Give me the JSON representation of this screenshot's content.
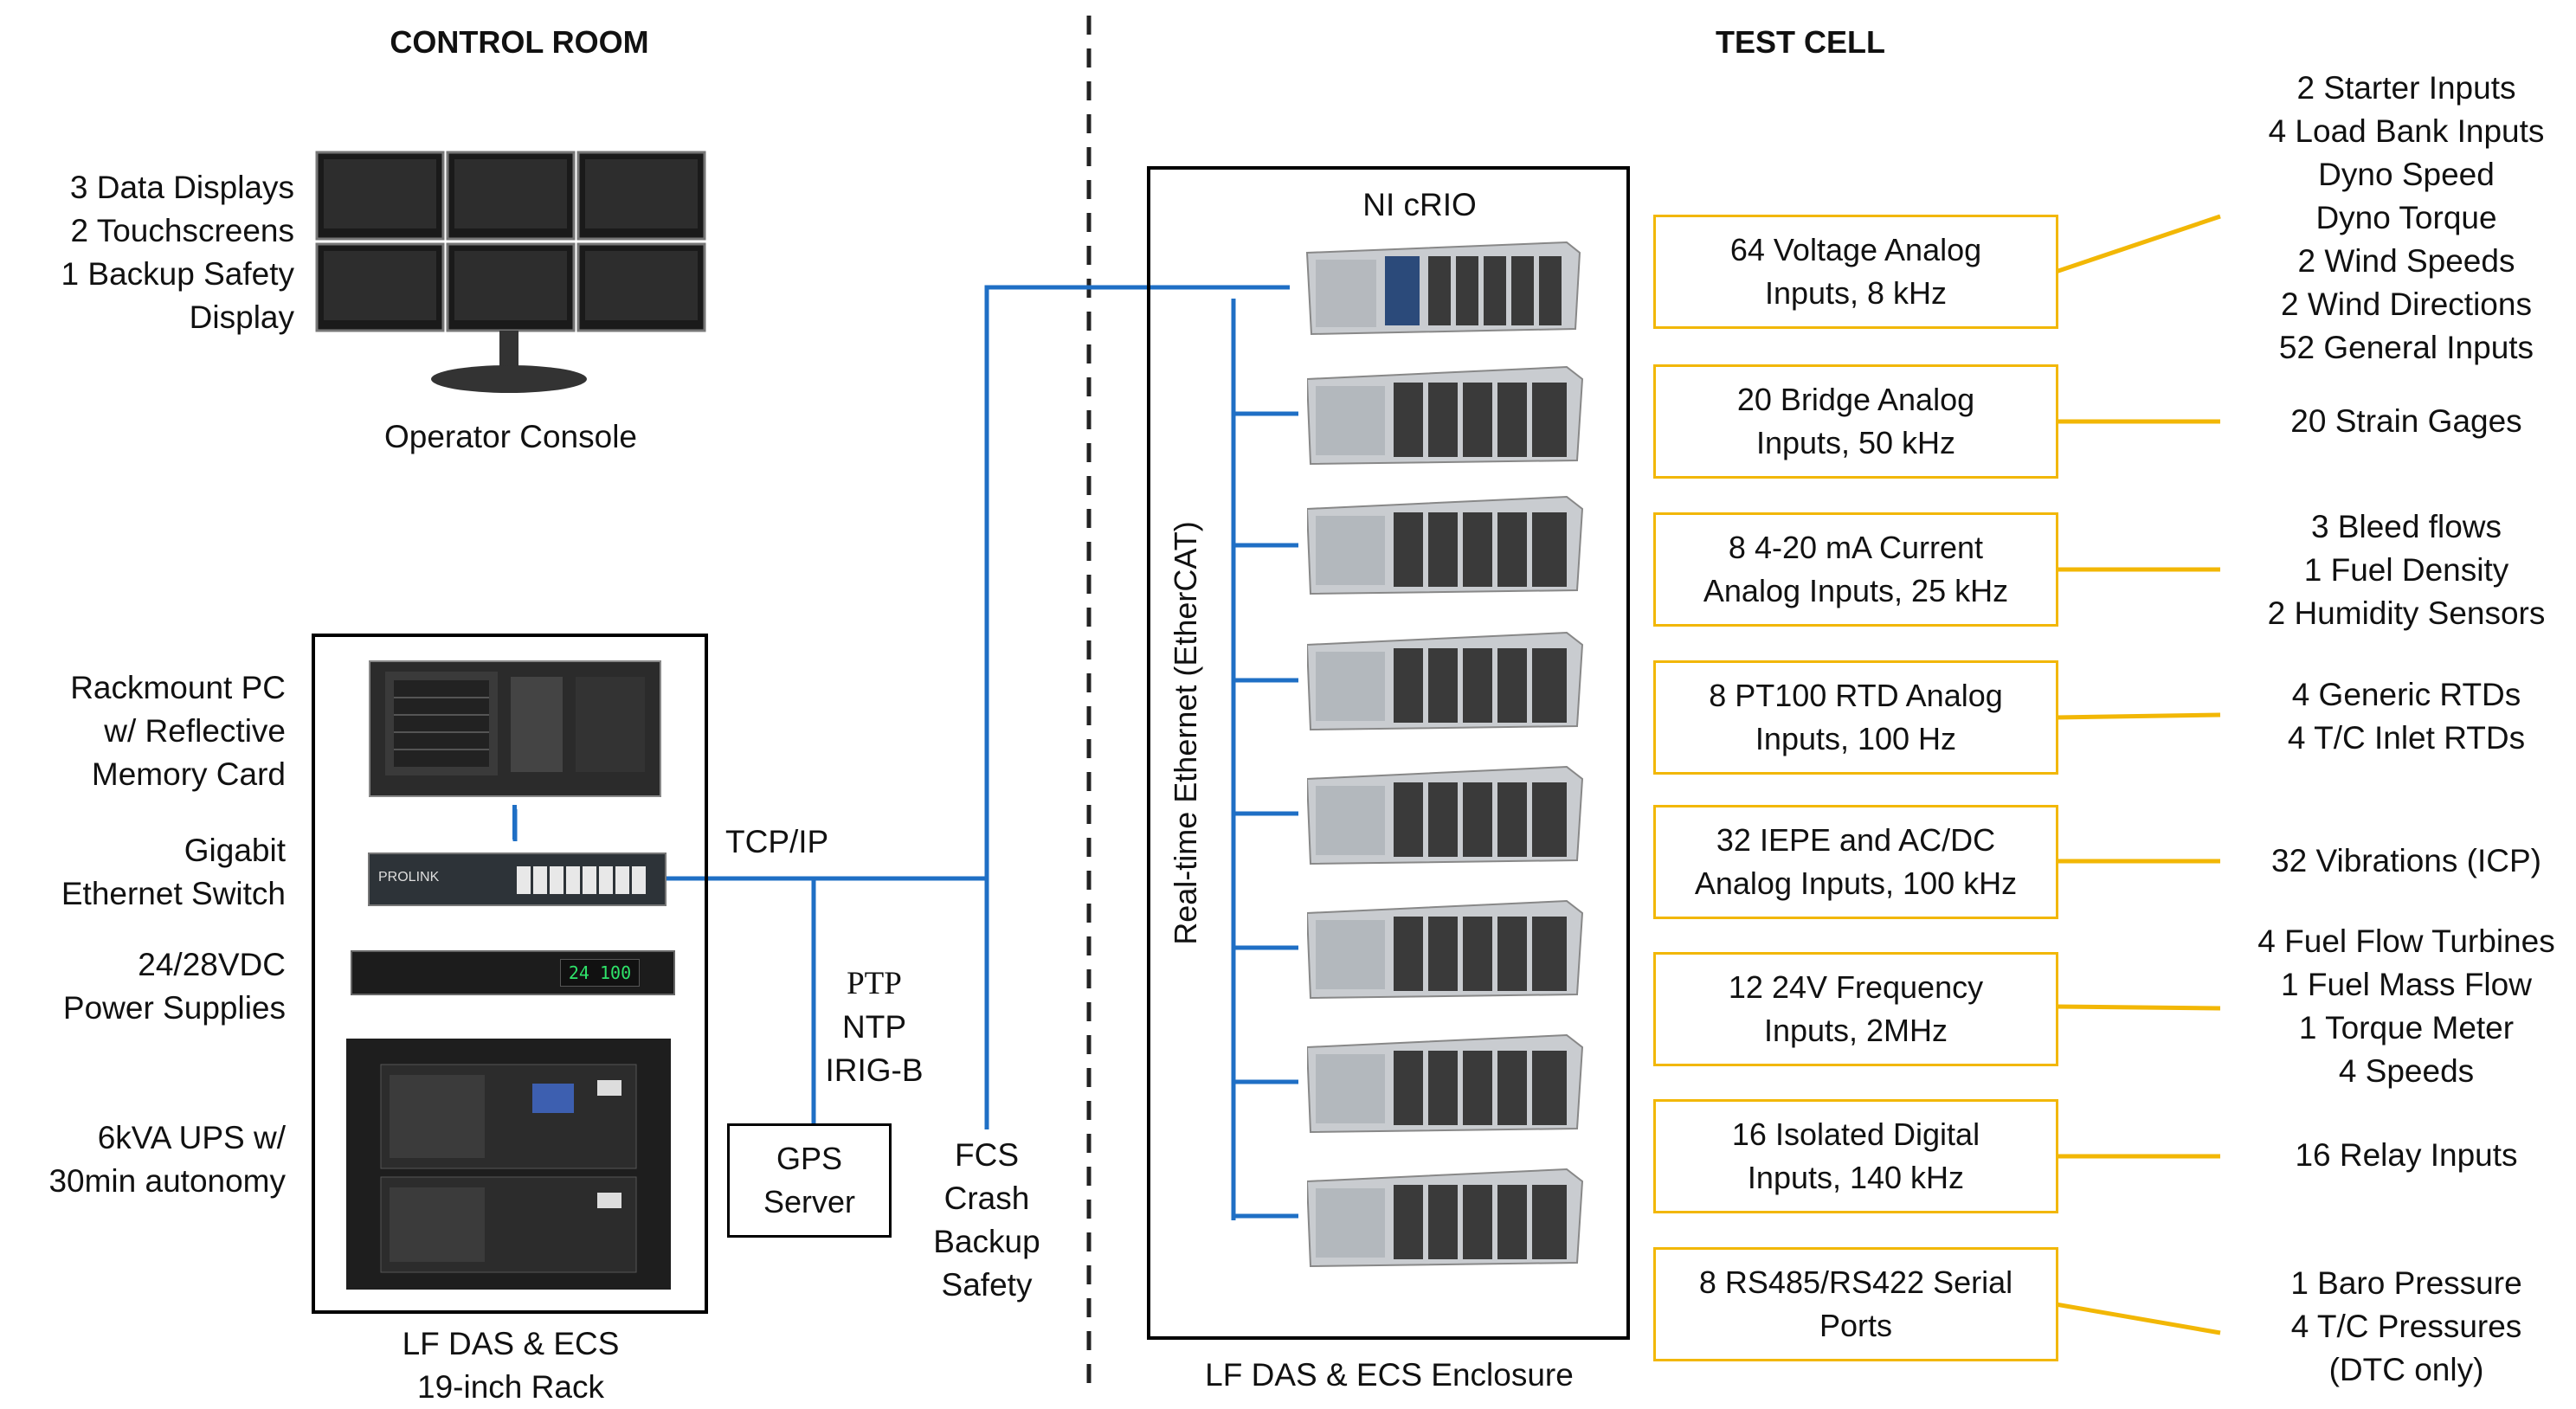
{
  "headers": {
    "control_room": "CONTROL ROOM",
    "test_cell": "TEST CELL"
  },
  "console": {
    "description": [
      "3 Data Displays",
      "2 Touchscreens",
      "1 Backup Safety",
      "Display"
    ],
    "caption": "Operator Console"
  },
  "rack": {
    "items": [
      [
        "Rackmount PC",
        "w/ Reflective",
        "Memory Card"
      ],
      [
        "Gigabit",
        "Ethernet Switch"
      ],
      [
        "24/28VDC",
        "Power Supplies"
      ],
      [
        "6kVA UPS w/",
        "30min autonomy"
      ]
    ],
    "caption": [
      "LF DAS & ECS",
      "19-inch Rack"
    ],
    "switch_brand": "PROLINK",
    "psu_readout": "24 100"
  },
  "network": {
    "tcpip": "TCP/IP",
    "sync": [
      "PTP",
      "NTP",
      "IRIG-B"
    ],
    "gps": [
      "GPS",
      "Server"
    ],
    "fcs": [
      "FCS",
      "Crash",
      "Backup",
      "Safety"
    ]
  },
  "enclosure": {
    "controller": "NI cRIO",
    "bus_label": "Real-time Ethernet (EtherCAT)",
    "caption": "LF DAS & ECS Enclosure"
  },
  "modules": [
    {
      "io": [
        "64 Voltage Analog",
        "Inputs, 8 kHz"
      ],
      "signals": [
        "2 Starter Inputs",
        "4 Load Bank Inputs",
        "Dyno Speed",
        "Dyno Torque",
        "2 Wind Speeds",
        "2 Wind Directions",
        "52 General Inputs"
      ]
    },
    {
      "io": [
        "20 Bridge Analog",
        "Inputs, 50 kHz"
      ],
      "signals": [
        "20 Strain Gages"
      ]
    },
    {
      "io": [
        "8 4-20 mA Current",
        "Analog Inputs, 25 kHz"
      ],
      "signals": [
        "3 Bleed flows",
        "1 Fuel Density",
        "2 Humidity Sensors"
      ]
    },
    {
      "io": [
        "8 PT100 RTD Analog",
        "Inputs, 100 Hz"
      ],
      "signals": [
        "4 Generic RTDs",
        "4 T/C Inlet RTDs"
      ]
    },
    {
      "io": [
        "32 IEPE and AC/DC",
        "Analog Inputs, 100 kHz"
      ],
      "signals": [
        "32 Vibrations (ICP)"
      ]
    },
    {
      "io": [
        "12 24V Frequency",
        "Inputs, 2MHz"
      ],
      "signals": [
        "4 Fuel Flow Turbines",
        "1 Fuel Mass Flow",
        "1 Torque Meter",
        "4 Speeds"
      ]
    },
    {
      "io": [
        "16 Isolated Digital",
        "Inputs, 140 kHz"
      ],
      "signals": [
        "16 Relay Inputs"
      ]
    },
    {
      "io": [
        "8 RS485/RS422 Serial",
        "Ports"
      ],
      "signals": [
        "1 Baro Pressure",
        "4 T/C Pressures",
        "(DTC only)"
      ]
    }
  ],
  "colors": {
    "wire_blue": "#1f6fc5",
    "accent_yellow": "#f2b705"
  }
}
